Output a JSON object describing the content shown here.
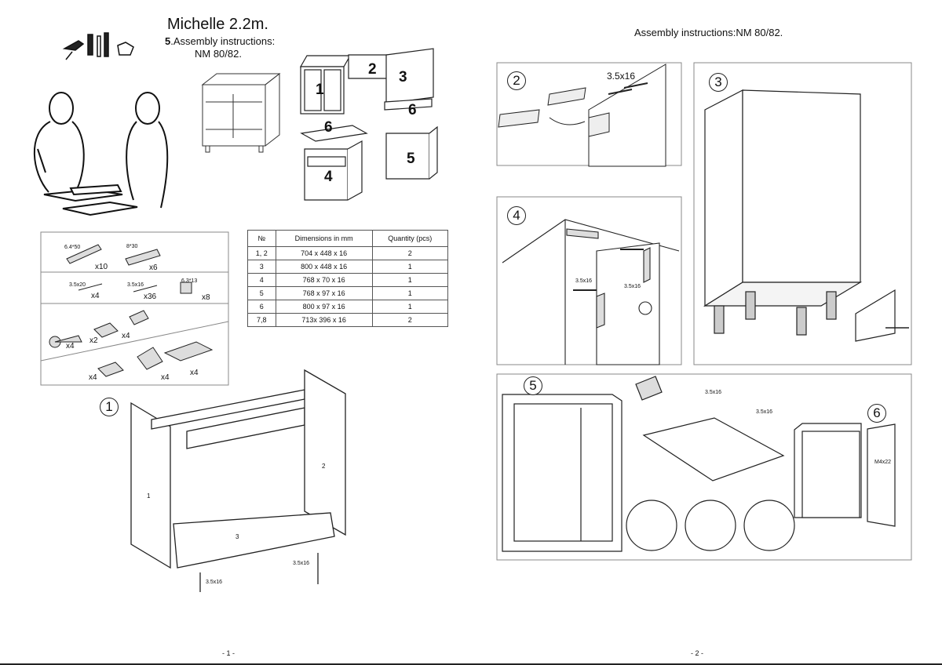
{
  "header": {
    "title": "Michelle 2.2m.",
    "subtitle_num": "5",
    "subtitle": "Assembly instructions:",
    "subtitle2": "NM 80/82.",
    "right_title": "Assembly instructions:NM 80/82."
  },
  "overview": {
    "labels": [
      "1",
      "2",
      "3",
      "4",
      "5",
      "6",
      "6"
    ]
  },
  "hardware": {
    "row1": [
      {
        "size": "6.4*50",
        "count": "x10"
      },
      {
        "size": "8*30",
        "count": "x6"
      }
    ],
    "row2": [
      {
        "size": "3.5x20",
        "count": "x4"
      },
      {
        "size": "3.5x16",
        "count": "x36"
      },
      {
        "size": "6.3*13",
        "count": "x8"
      }
    ],
    "row3": [
      {
        "count": "x4"
      },
      {
        "count": "x2"
      },
      {
        "count": "x4"
      }
    ],
    "row4": [
      {
        "count": "x4"
      },
      {
        "count": "x4"
      },
      {
        "count": "x4"
      }
    ]
  },
  "parts_table": {
    "headers": [
      "№",
      "Dimensions in mm",
      "Quantity  (pcs)"
    ],
    "rows": [
      [
        "1, 2",
        "704 x 448 x 16",
        "2"
      ],
      [
        "3",
        "800 x 448 x 16",
        "1"
      ],
      [
        "4",
        "768 x 70 x 16",
        "1"
      ],
      [
        "5",
        "768 x 97 x 16",
        "1"
      ],
      [
        "6",
        "800 x 97 x 16",
        "1"
      ],
      [
        "7,8",
        "713x 396 x 16",
        "2"
      ]
    ]
  },
  "steps": {
    "s1": {
      "num": "1",
      "part_labels": [
        "1",
        "2",
        "3"
      ],
      "screw": "3.5x16",
      "screw2": "3.5x16"
    },
    "s2": {
      "num": "2",
      "screw": "3.5x16"
    },
    "s3": {
      "num": "3"
    },
    "s4": {
      "num": "4",
      "screw_a": "3.5x16",
      "screw_b": "3.5x16"
    },
    "s5": {
      "num": "5",
      "screw_a": "3.5x16",
      "screw_b": "3.5x16"
    },
    "s6": {
      "num": "6",
      "screw": "M4x22"
    }
  },
  "pages": {
    "left": "- 1 -",
    "right": "- 2 -"
  }
}
